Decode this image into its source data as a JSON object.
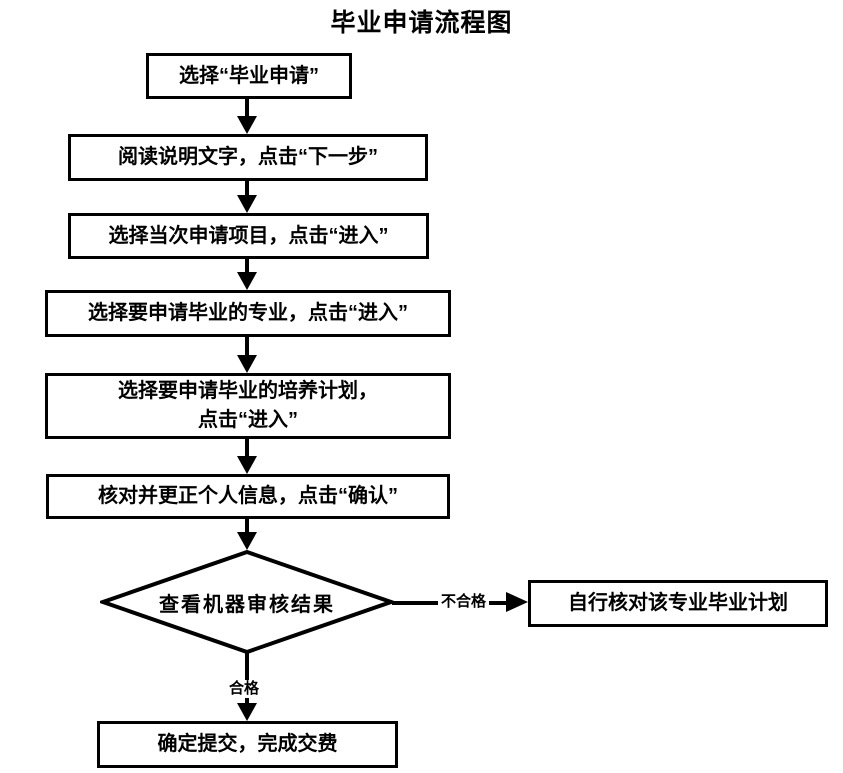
{
  "title": "毕业申请流程图",
  "flowchart": {
    "nodes": [
      {
        "id": "select-graduation-apply",
        "shape": "process",
        "text": "选择“毕业申请”"
      },
      {
        "id": "read-instructions",
        "shape": "process",
        "text": "阅读说明文字，点击“下一步”"
      },
      {
        "id": "select-project",
        "shape": "process",
        "text": "选择当次申请项目，点击“进入”"
      },
      {
        "id": "select-major",
        "shape": "process",
        "text": "选择要申请毕业的专业，点击“进入”"
      },
      {
        "id": "select-training-plan",
        "shape": "process",
        "text": "选择要申请毕业的培养计划，\n点击“进入”"
      },
      {
        "id": "verify-personal-info",
        "shape": "process",
        "text": "核对并更正个人信息，点击“确认”"
      },
      {
        "id": "check-review-result",
        "shape": "decision",
        "text": "查看机器审核结果"
      },
      {
        "id": "self-check-plan",
        "shape": "process",
        "text": "自行核对该专业毕业计划"
      },
      {
        "id": "submit-and-pay",
        "shape": "process",
        "text": "确定提交，完成交费"
      }
    ],
    "edges": [
      {
        "from": "select-graduation-apply",
        "to": "read-instructions",
        "label": ""
      },
      {
        "from": "read-instructions",
        "to": "select-project",
        "label": ""
      },
      {
        "from": "select-project",
        "to": "select-major",
        "label": ""
      },
      {
        "from": "select-major",
        "to": "select-training-plan",
        "label": ""
      },
      {
        "from": "select-training-plan",
        "to": "verify-personal-info",
        "label": ""
      },
      {
        "from": "verify-personal-info",
        "to": "check-review-result",
        "label": ""
      },
      {
        "from": "check-review-result",
        "to": "self-check-plan",
        "label": "不合格"
      },
      {
        "from": "check-review-result",
        "to": "submit-and-pay",
        "label": "合格"
      }
    ]
  },
  "colors": {
    "line": "#000000",
    "text": "#000000",
    "background": "#ffffff"
  }
}
